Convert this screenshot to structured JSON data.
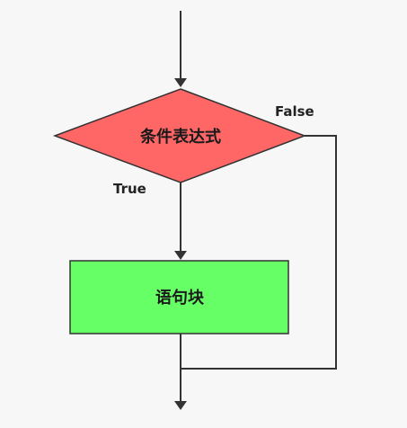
{
  "diagram": {
    "decision": {
      "label": "条件表达式",
      "fill": "#ff6666",
      "stroke": "#333333"
    },
    "block": {
      "label": "语句块",
      "fill": "#66ff66",
      "stroke": "#333333"
    },
    "edges": {
      "true_label": "True",
      "false_label": "False",
      "color": "#333333"
    }
  }
}
